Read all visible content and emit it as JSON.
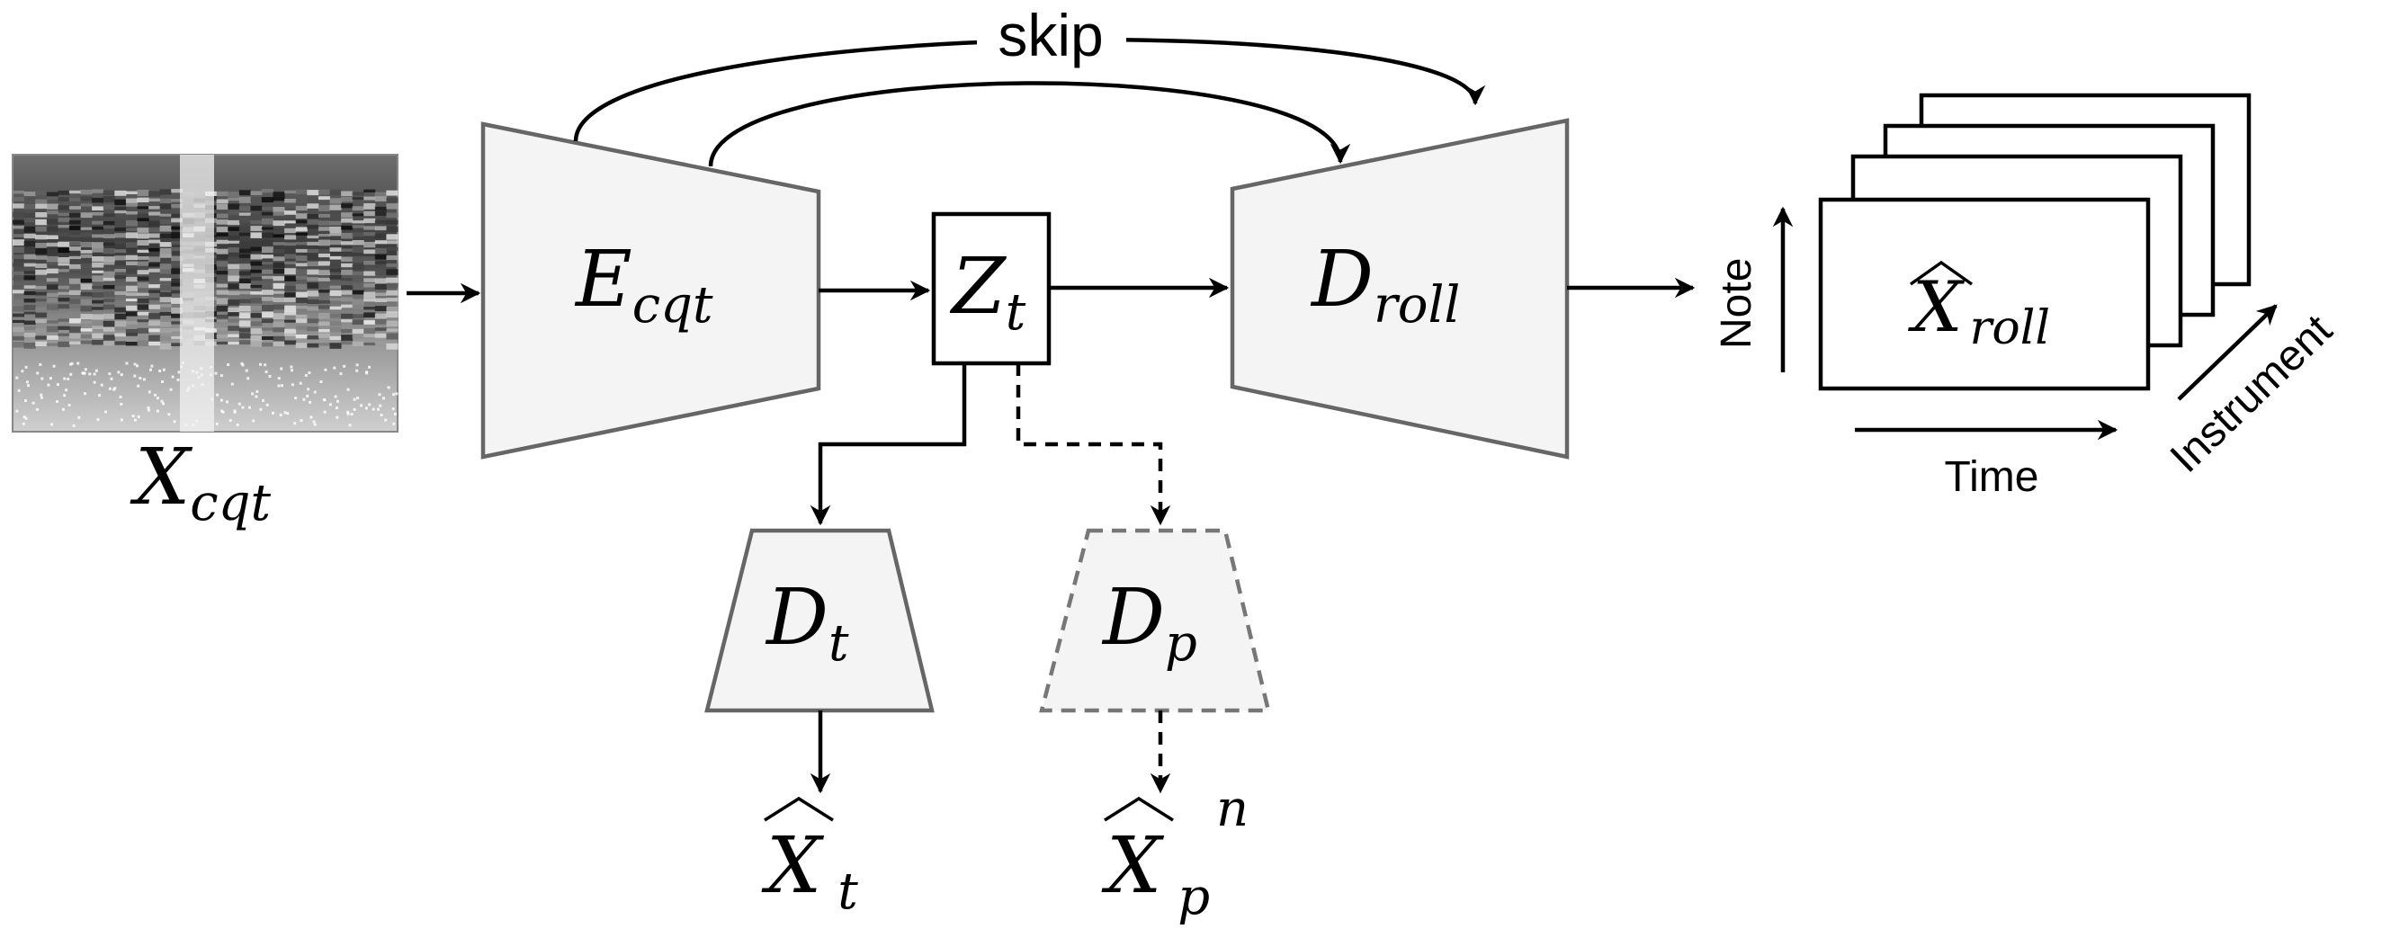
{
  "input": {
    "label_main": "X",
    "label_sub": "cqt"
  },
  "encoder": {
    "label_main": "E",
    "label_sub": "cqt"
  },
  "latent": {
    "label_main": "Z",
    "label_sub": "t"
  },
  "decoder_roll": {
    "label_main": "D",
    "label_sub": "roll"
  },
  "decoder_t": {
    "label_main": "D",
    "label_sub": "t"
  },
  "decoder_p": {
    "label_main": "D",
    "label_sub": "p"
  },
  "skip": {
    "label": "skip"
  },
  "output_t": {
    "label_main": "X",
    "label_sub": "t"
  },
  "output_p": {
    "label_main": "X",
    "label_sub": "p",
    "label_sup": "n"
  },
  "output_roll": {
    "label_main": "X",
    "label_sub": "roll",
    "axis_note": "Note",
    "axis_time": "Time",
    "axis_instrument": "Instrument"
  }
}
